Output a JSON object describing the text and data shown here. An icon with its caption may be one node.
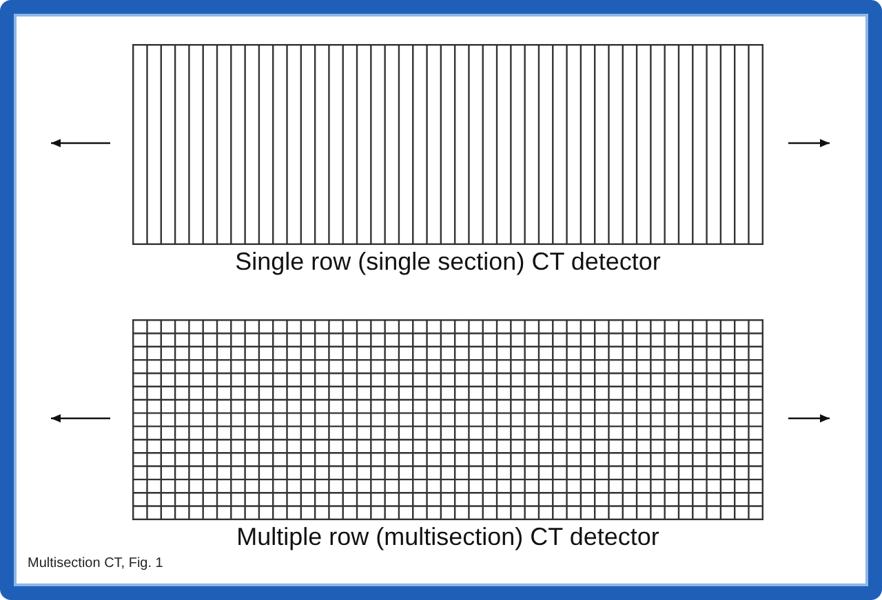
{
  "diagram": {
    "caption": "Multisection CT, Fig. 1",
    "nodes": [
      {
        "text": [
          "Single row (single section) CT detector"
        ]
      },
      {
        "text": [
          "Multiple row (multisection) CT detector"
        ]
      }
    ]
  }
}
